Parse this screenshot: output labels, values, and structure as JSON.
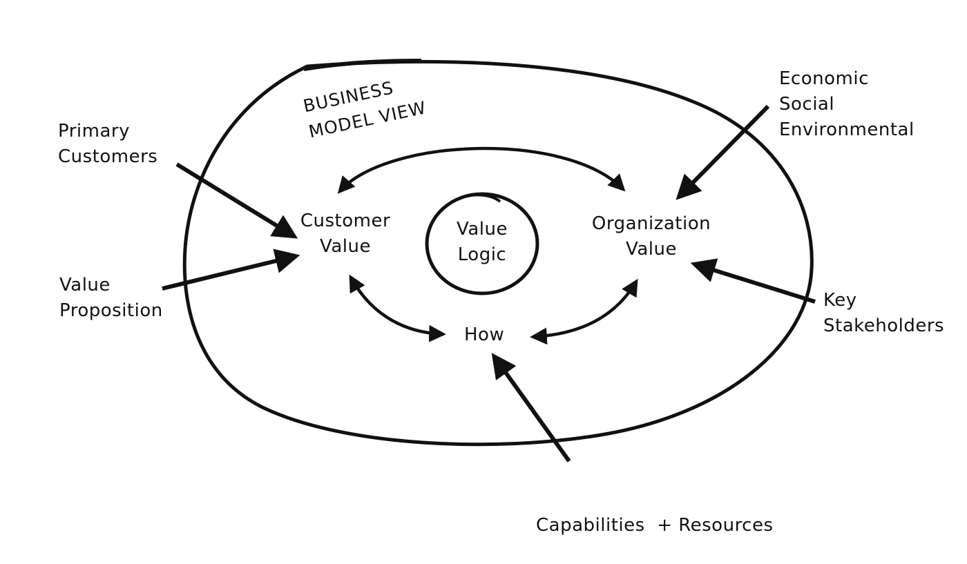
{
  "diagram": {
    "title": [
      "BUSINESS",
      "MODEL VIEW"
    ],
    "center": [
      "Value",
      "Logic"
    ],
    "nodes": {
      "customer_value": [
        "Customer",
        "Value"
      ],
      "organization_value": [
        "Organization",
        "Value"
      ],
      "how": [
        "How"
      ]
    },
    "inputs": {
      "primary_customers": [
        "Primary",
        "Customers"
      ],
      "value_proposition": [
        "Value",
        "Proposition"
      ],
      "economic_social_environmental": [
        "Economic",
        "Social",
        "Environmental"
      ],
      "key_stakeholders": [
        "Key",
        "Stakeholders"
      ],
      "capabilities_resources": [
        "Capabilities  + Resources"
      ]
    },
    "edges": [
      {
        "from": "customer_value",
        "to": "organization_value",
        "type": "bidirectional"
      },
      {
        "from": "customer_value",
        "to": "how",
        "type": "bidirectional"
      },
      {
        "from": "organization_value",
        "to": "how",
        "type": "bidirectional"
      },
      {
        "from": "primary_customers",
        "to": "customer_value",
        "type": "directed"
      },
      {
        "from": "value_proposition",
        "to": "customer_value",
        "type": "directed"
      },
      {
        "from": "economic_social_environmental",
        "to": "organization_value",
        "type": "directed"
      },
      {
        "from": "key_stakeholders",
        "to": "organization_value",
        "type": "directed"
      },
      {
        "from": "capabilities_resources",
        "to": "how",
        "type": "directed"
      }
    ],
    "stroke_color": "#111111",
    "background": "#ffffff"
  }
}
